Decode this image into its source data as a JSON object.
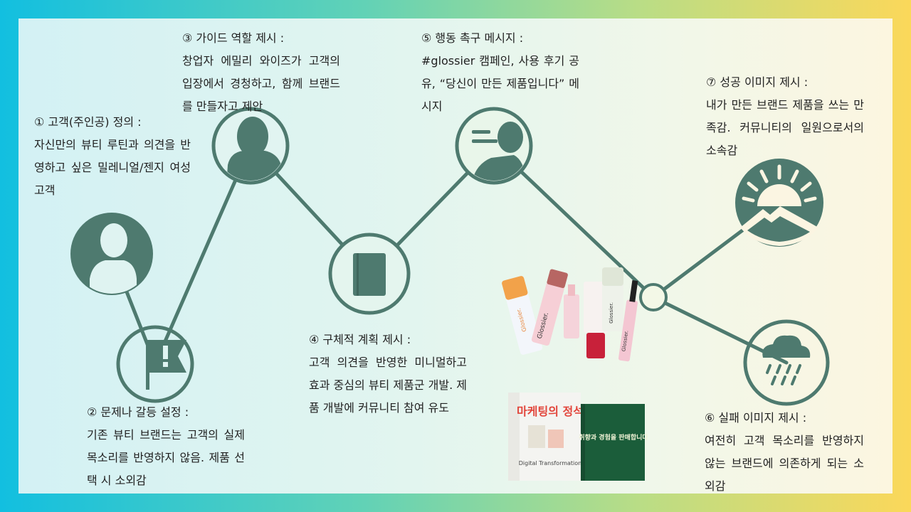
{
  "colors": {
    "accent": "#4e7a6f",
    "frame_left": "#12bfe0",
    "frame_right": "#fbd85a"
  },
  "steps": [
    {
      "title": "① 고객(주인공) 정의 :",
      "body": "자신만의 뷰티 루틴과 의견을 반영하고 싶은 밀레니얼/젠지 여성 고객",
      "icon": "person-head-icon"
    },
    {
      "title": "② 문제나 갈등 설정 :",
      "body": "기존 뷰티 브랜드는 고객의 실제 목소리를 반영하지 않음. 제품 선택 시 소외감",
      "icon": "warning-flag-icon"
    },
    {
      "title": "③ 가이드 역할 제시 :",
      "body": "창업자 에밀리 와이즈가 고객의 입장에서 경청하고, 함께 브랜드를 만들자고 제안",
      "icon": "guide-person-icon"
    },
    {
      "title": "④ 구체적 계획 제시 :",
      "body": "고객 의견을 반영한 미니멀하고 효과 중심의 뷰티 제품군 개발. 제품 개발에 커뮤니티 참여 유도",
      "icon": "book-icon"
    },
    {
      "title": "⑤ 행동 촉구 메시지 :",
      "body": "#glossier 캠페인, 사용 후기 공유, “당신이 만든 제품입니다” 메시지",
      "icon": "speaking-person-icon"
    },
    {
      "title": "⑥ 실패 이미지 제시 :",
      "body": "여전히 고객 목소리를 반영하지 않는 브랜드에 의존하게 되는 소외감",
      "icon": "rain-cloud-icon"
    },
    {
      "title": "⑦ 성공 이미지 제시 :",
      "body": "내가 만든 브랜드 제품을 쓰는 만족감. 커뮤니티의 일원으로서의 소속감",
      "icon": "sunrise-mountain-icon"
    }
  ],
  "products": {
    "brand": "Glossier.",
    "labels": [
      "Glossier.",
      "Glossier.",
      "Glossier.",
      "Glossier."
    ]
  },
  "books": {
    "book1_title": "마케팅의 정석",
    "book1_subtitle": "Digital Transformation",
    "book2_title": "취향과 경험을 판매합니다"
  }
}
